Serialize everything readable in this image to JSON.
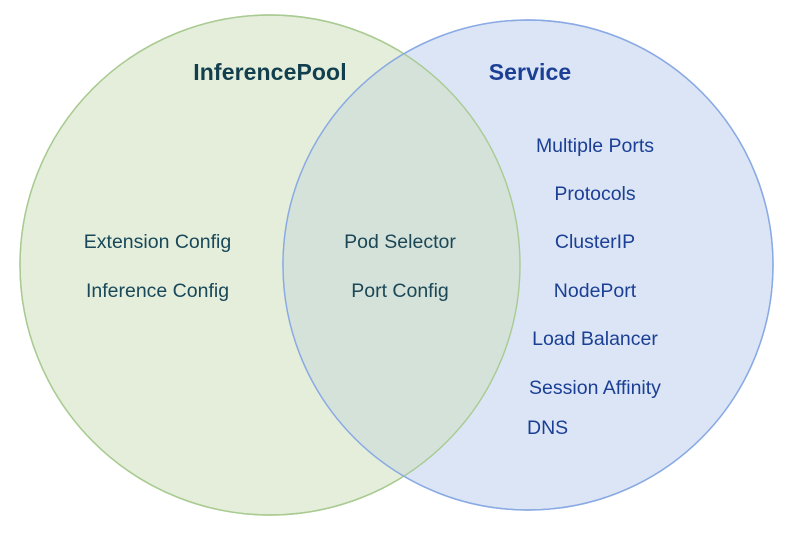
{
  "diagram": {
    "type": "venn",
    "background_color": "#ffffff",
    "sets": {
      "left": {
        "title": "InferencePool",
        "title_color": "#113f4e",
        "fill_color": "#e4eeda",
        "stroke_color": "#a9cb92",
        "text_color": "#18485a",
        "items": [
          "Extension Config",
          "Inference Config"
        ]
      },
      "right": {
        "title": "Service",
        "title_color": "#1b3f94",
        "fill_color": "#dae4f6",
        "stroke_color": "#8aaae4",
        "text_color": "#1b3f94",
        "items": [
          "Multiple Ports",
          "Protocols",
          "ClusterIP",
          "NodePort",
          "Load Balancer",
          "Session Affinity",
          "DNS"
        ]
      },
      "intersection": {
        "fill_color": "#d4e2d9",
        "text_color": "#1b4756",
        "items": [
          "Pod Selector",
          "Port Config"
        ]
      }
    }
  }
}
